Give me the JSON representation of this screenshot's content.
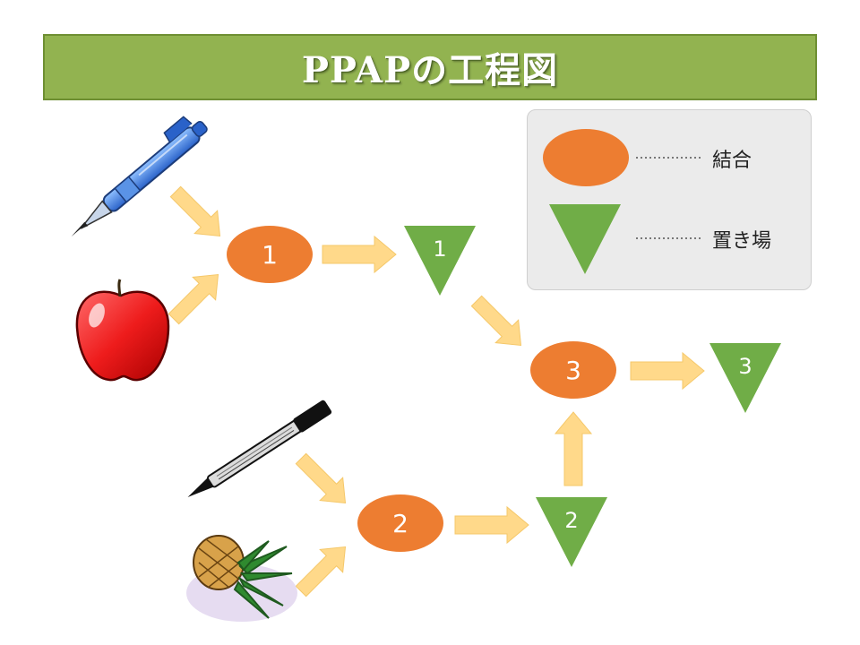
{
  "title": "PPAPの工程図",
  "legend": {
    "join_label": "結合",
    "storage_label": "置き場"
  },
  "nodes": {
    "join_1": "1",
    "join_2": "2",
    "join_3": "3",
    "store_1": "1",
    "store_2": "2",
    "store_3": "3"
  },
  "colors": {
    "title_bg": "#92b350",
    "join": "#ed7d31",
    "storage": "#70ad47",
    "arrow": "#ffd98a"
  },
  "icons": [
    "blue-pen-icon",
    "apple-icon",
    "black-pen-icon",
    "pineapple-icon"
  ]
}
